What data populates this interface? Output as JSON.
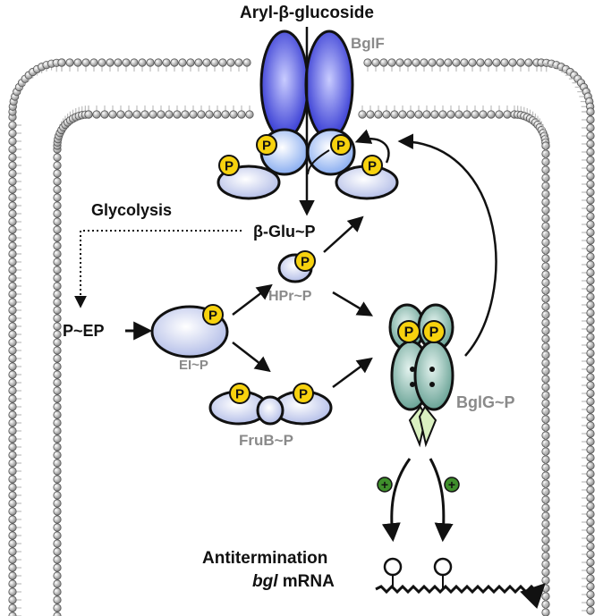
{
  "labels": {
    "substrate": "Aryl-β-glucoside",
    "transporter": "BglF",
    "glycolysis": "Glycolysis",
    "beta_glu_p": "β-Glu~P",
    "p_ep": "P~EP",
    "ei_p": "EI~P",
    "hpr_p": "HPr~P",
    "frub_p": "FruB~P",
    "bglg_p": "BglG~P",
    "antitermination": "Antitermination",
    "bgl_italic": "bgl",
    "mrna": " mRNA"
  },
  "phosphate_label": "P",
  "plus_label": "+",
  "colors": {
    "membrane_bead": "#9a9a9a",
    "transporter_blue": "#4b4fe0",
    "light_blue": "#c7d1f5",
    "bglg_teal": "#5f9c8e",
    "terminator_green": "#d9f0c0",
    "phosphate_yellow": "#f7d20e",
    "plus_green": "#3f8f2c",
    "gray_label": "#8a8a8a"
  }
}
